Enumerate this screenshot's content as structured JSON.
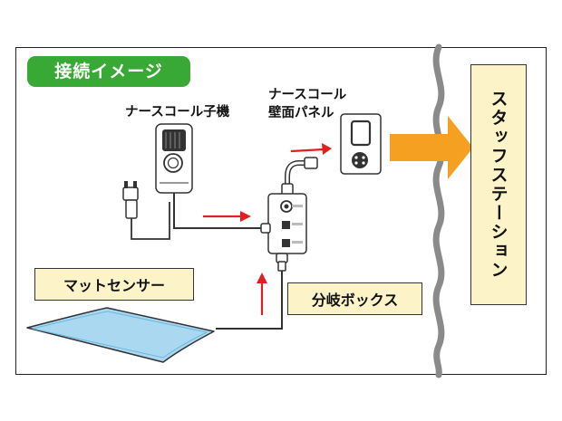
{
  "title": "接続イメージ",
  "labels": {
    "nurse_call_handset": "ナースコール子機",
    "nurse_call_wall_panel_line1": "ナースコール",
    "nurse_call_wall_panel_line2": "壁面パネル",
    "mat_sensor": "マットセンサー",
    "branch_box": "分岐ボックス",
    "staff_station": "スタッフステーション"
  },
  "colors": {
    "title_badge": "#39a935",
    "label_fill": "#fdf3c8",
    "arrow_red": "#e02020",
    "arrow_orange": "#f5a020",
    "mat": "#a9d8f0",
    "wall_line": "#8a8a8a"
  },
  "icons": {
    "handset": "nurse-call-handset-icon",
    "plug": "plug-icon",
    "wall_panel": "wall-panel-icon",
    "branch_box": "branch-box-icon",
    "mat": "mat-sensor-icon",
    "wall": "wavy-wall-icon",
    "big_arrow": "orange-arrow-icon"
  }
}
